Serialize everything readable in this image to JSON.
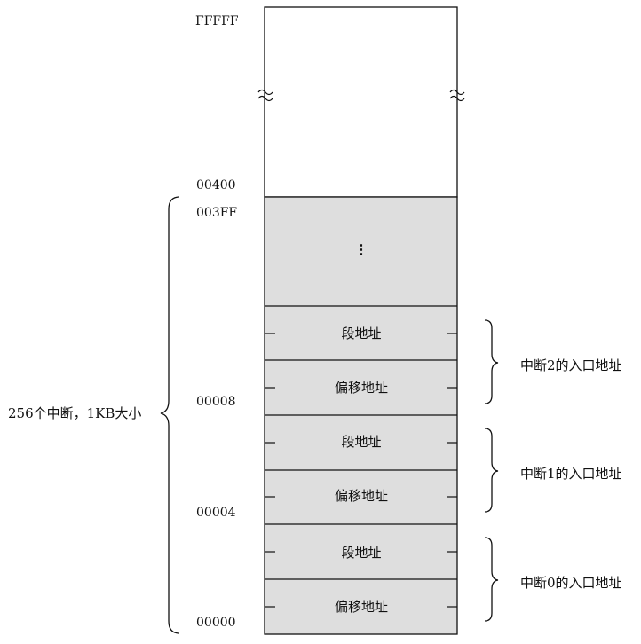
{
  "addresses": {
    "top": "FFFFF",
    "a00400": "00400",
    "a003ff": "003FF",
    "a00008": "00008",
    "a00004": "00004",
    "a00000": "00000"
  },
  "ellipsis": "⋮",
  "cells": {
    "segment": "段地址",
    "offset": "偏移地址"
  },
  "vectors": {
    "int2": "中断2的入口地址",
    "int1": "中断1的入口地址",
    "int0": "中断0的入口地址"
  },
  "table_summary": "256个中断，1KB大小",
  "colors": {
    "table_fill": "#dedede",
    "stroke": "#111111"
  }
}
